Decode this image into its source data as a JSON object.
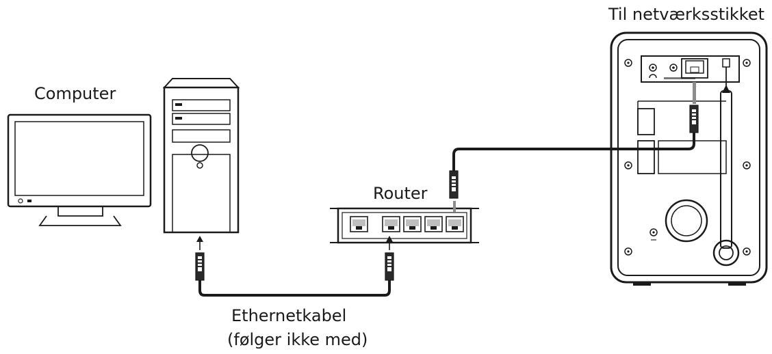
{
  "labels": {
    "computer": "Computer",
    "router": "Router",
    "network_socket": "Til netværksstikket",
    "cable_line1": "Ethernetkabel",
    "cable_line2": "(følger ikke med)"
  },
  "colors": {
    "line": "#1a1a1a",
    "cable_connector": "#2a2a2a",
    "device_shade": "#d9d9d9",
    "background": "#ffffff"
  },
  "icons": {
    "monitor": "monitor-icon",
    "tower": "pc-tower-icon",
    "router": "router-icon",
    "radio": "radio-back-panel-icon",
    "connector": "rj45-connector-icon"
  }
}
